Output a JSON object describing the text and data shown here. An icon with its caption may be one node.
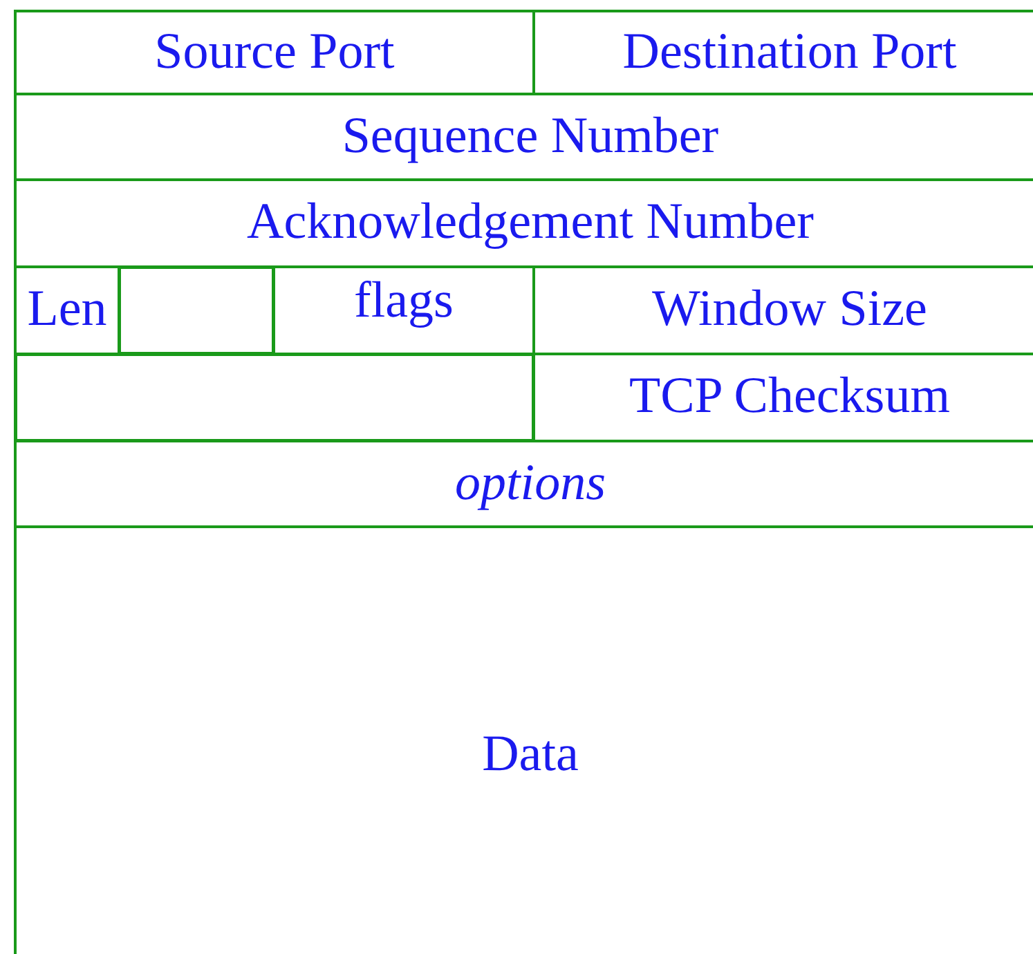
{
  "diagram": {
    "nodes": [
      {
        "text": [
          "Source Port"
        ]
      },
      {
        "text": [
          "Destination Port"
        ]
      },
      {
        "text": [
          "Sequence Number"
        ]
      },
      {
        "text": [
          "Acknowledgement Number"
        ]
      },
      {
        "text": [
          "Len"
        ]
      },
      {
        "text": [],
        "shape": "box"
      },
      {
        "text": [
          "flags"
        ]
      },
      {
        "text": [
          "Window Size"
        ]
      },
      {
        "text": [],
        "shape": "box"
      },
      {
        "text": [
          "TCP Checksum"
        ]
      },
      {
        "text": [
          "options"
        ]
      },
      {
        "text": [
          "Data"
        ]
      }
    ]
  }
}
